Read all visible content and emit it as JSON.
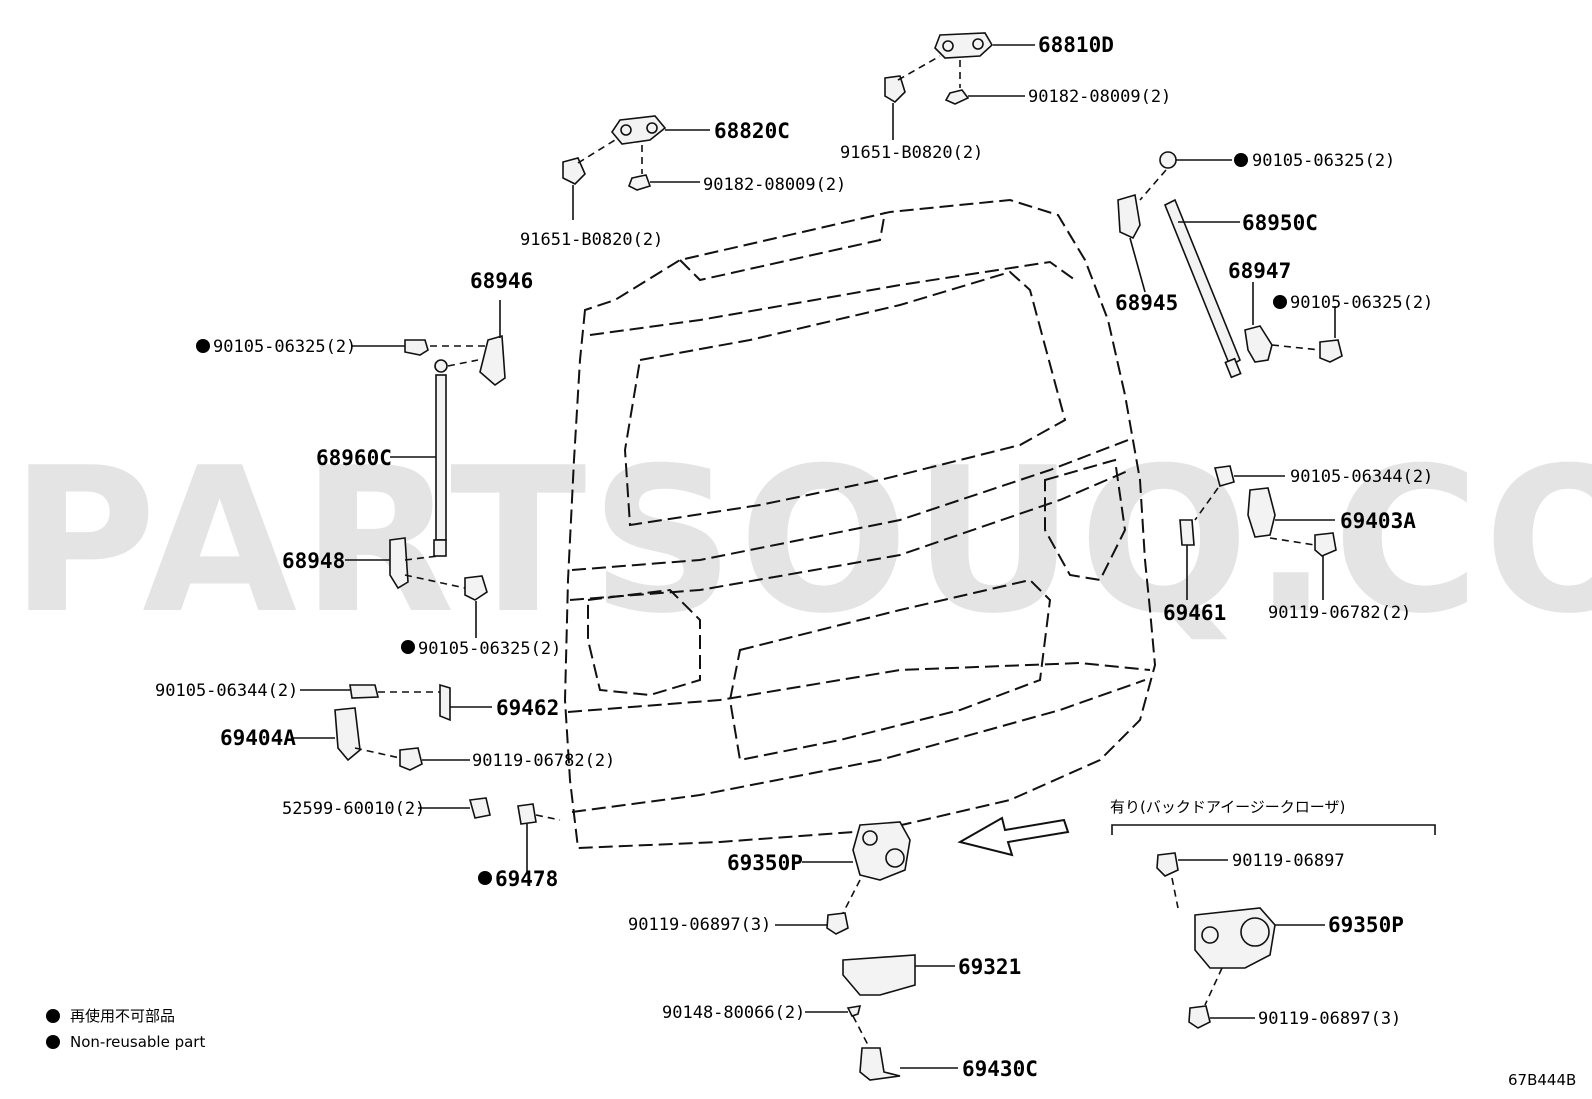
{
  "watermark": "PARTSOUQ.COM",
  "diagram_code": "67B444B",
  "legend": {
    "ja": "再使用不可部品",
    "en": "Non-reusable part"
  },
  "option_group": {
    "title": "有り(バックドアイージークローザ)"
  },
  "labels": {
    "p68810d": "68810D",
    "p90182_top": "90182-08009(2)",
    "p91651_top": "91651-B0820(2)",
    "p68820c": "68820C",
    "p90182_left": "90182-08009(2)",
    "p91651_left": "91651-B0820(2)",
    "p90105_06325_right_top": "90105-06325(2)",
    "p68950c": "68950C",
    "p68945": "68945",
    "p68947": "68947",
    "p90105_06325_right_mid": "90105-06325(2)",
    "p68946": "68946",
    "p90105_06325_left_top": "90105-06325(2)",
    "p68960c": "68960C",
    "p68948": "68948",
    "p90105_06325_left_bottom": "90105-06325(2)",
    "p90105_06344_left": "90105-06344(2)",
    "p69462": "69462",
    "p69404a": "69404A",
    "p90119_06782_left": "90119-06782(2)",
    "p52599": "52599-60010(2)",
    "p69478": "69478",
    "p90105_06344_right": "90105-06344(2)",
    "p69403a": "69403A",
    "p69461": "69461",
    "p90119_06782_right": "90119-06782(2)",
    "p69350p_main": "69350P",
    "p90119_06897_main": "90119-06897(3)",
    "p69321": "69321",
    "p90148": "90148-80066(2)",
    "p69430c": "69430C",
    "p90119_06897_opt_top": "90119-06897",
    "p69350p_opt": "69350P",
    "p90119_06897_opt_bottom": "90119-06897(3)"
  }
}
